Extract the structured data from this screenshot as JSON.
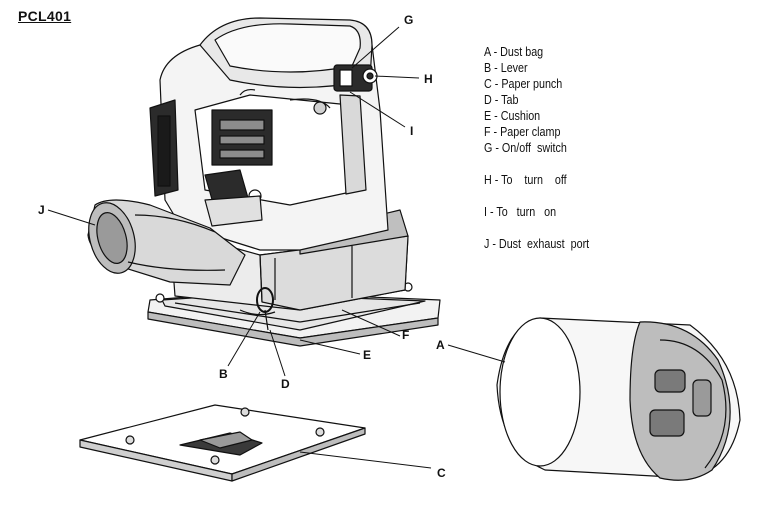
{
  "model": "PCL401",
  "legend": [
    "A - Dust bag",
    "B - Lever",
    "C - Paper punch",
    "D - Tab",
    "E - Cushion",
    "F - Paper clamp",
    "G - On/off  switch",
    "H - To    turn    off",
    "I - To   turn   on",
    "J - Dust  exhaust  port"
  ],
  "callouts": {
    "a": "A",
    "b": "B",
    "c": "C",
    "d": "D",
    "e": "E",
    "f": "F",
    "g": "G",
    "h": "H",
    "i": "I",
    "j": "J"
  },
  "colors": {
    "line": "#111111",
    "gray": "#8c8c8c",
    "light": "#d9d9d9",
    "dark": "#2b2b2b"
  }
}
